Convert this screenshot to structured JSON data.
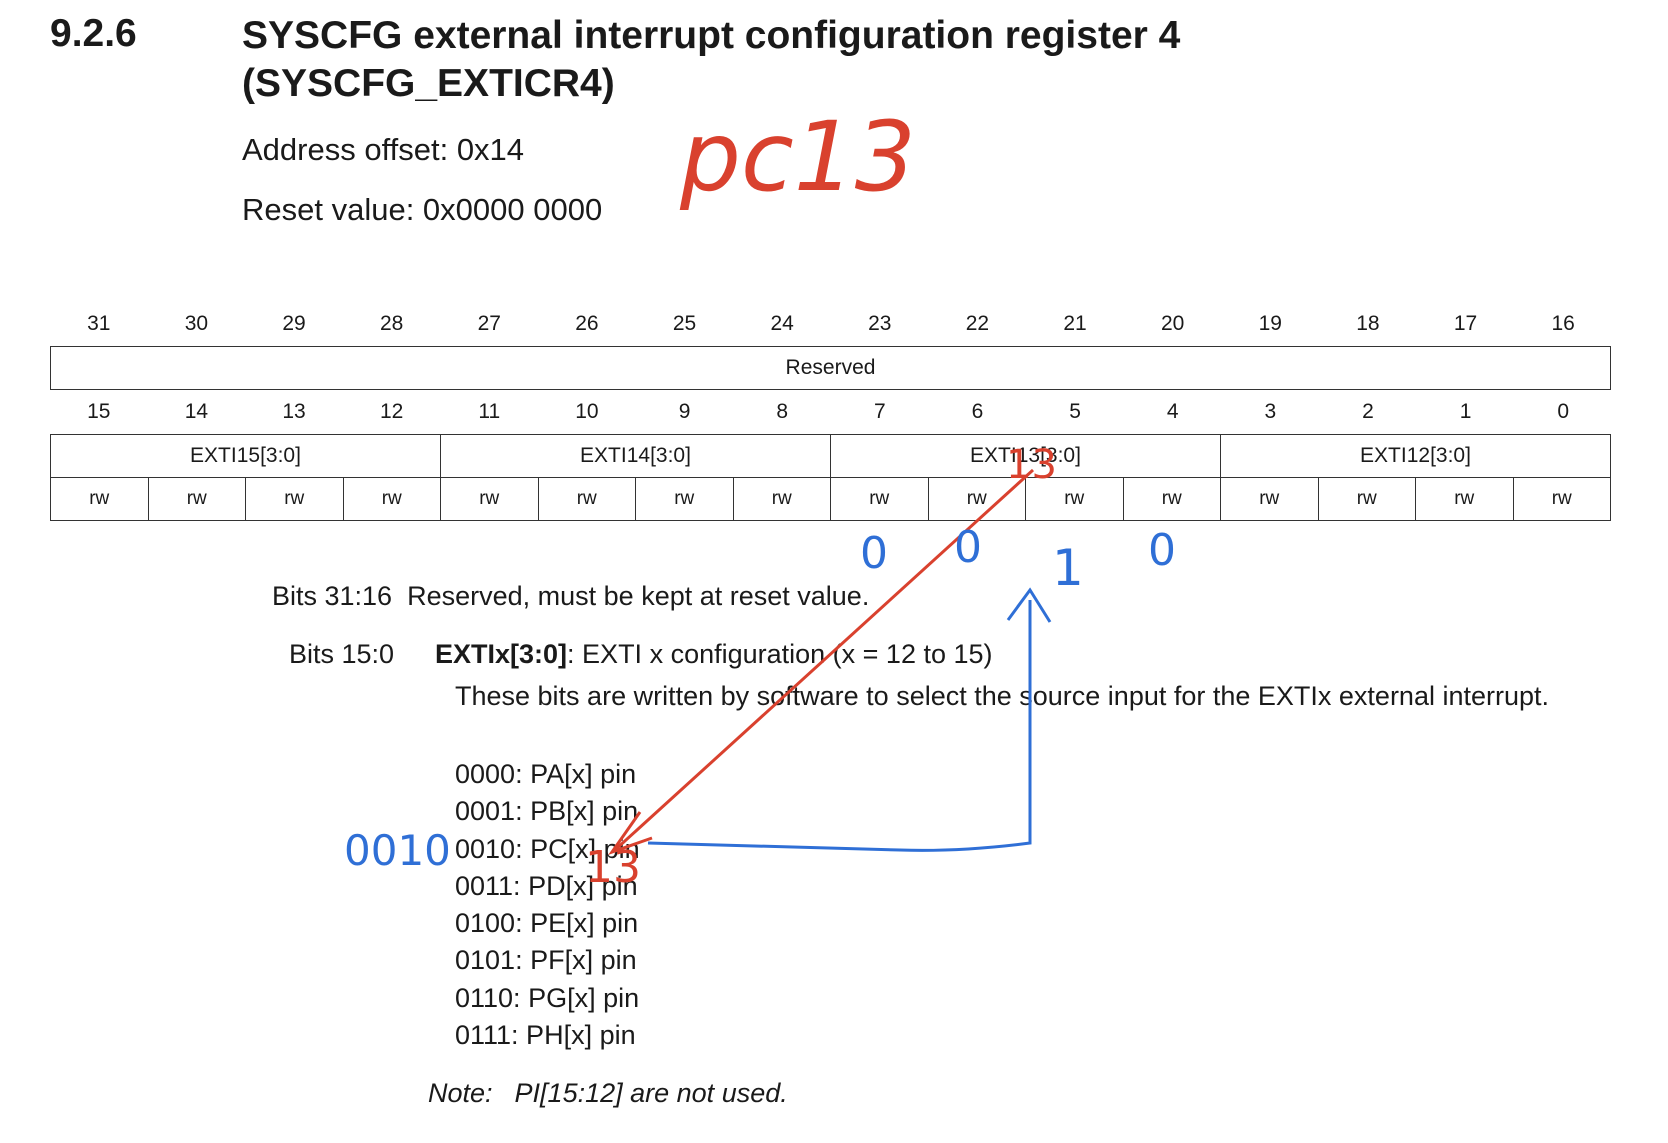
{
  "section": {
    "number": "9.2.6",
    "title_line1": "SYSCFG external interrupt configuration register 4",
    "title_line2": "(SYSCFG_EXTICR4)"
  },
  "address_offset": "Address offset: 0x14",
  "reset_value": "Reset value: 0x0000 0000",
  "register": {
    "upper_bits": [
      "31",
      "30",
      "29",
      "28",
      "27",
      "26",
      "25",
      "24",
      "23",
      "22",
      "21",
      "20",
      "19",
      "18",
      "17",
      "16"
    ],
    "reserved_label": "Reserved",
    "lower_bits": [
      "15",
      "14",
      "13",
      "12",
      "11",
      "10",
      "9",
      "8",
      "7",
      "6",
      "5",
      "4",
      "3",
      "2",
      "1",
      "0"
    ],
    "fields": [
      "EXTI15[3:0]",
      "EXTI14[3:0]",
      "EXTI13[3:0]",
      "EXTI12[3:0]"
    ],
    "access": [
      "rw",
      "rw",
      "rw",
      "rw",
      "rw",
      "rw",
      "rw",
      "rw",
      "rw",
      "rw",
      "rw",
      "rw",
      "rw",
      "rw",
      "rw",
      "rw"
    ]
  },
  "descriptions": {
    "bits_31_16_label": "Bits 31:16",
    "bits_31_16_text": "Reserved, must be kept at reset value.",
    "bits_15_0_label": "Bits 15:0",
    "bits_15_0_field": "EXTIx[3:0]",
    "bits_15_0_text": ": EXTI x configuration (x = 12 to 15)",
    "paragraph": "These bits are written by software to select the source input for the EXTIx external interrupt.",
    "options": [
      "0000: PA[x] pin",
      "0001: PB[x] pin",
      "0010: PC[x] pin",
      "0011: PD[x] pin",
      "0100: PE[x] pin",
      "0101: PF[x] pin",
      "0110: PG[x] pin",
      "0111: PH[x] pin"
    ],
    "note_label": "Note:",
    "note_text": "PI[15:12] are not used."
  },
  "annotations": {
    "red_label": "pc13",
    "red_small": "13",
    "red_cell_number": "13",
    "blue_bits": [
      "0",
      "0",
      "1",
      "0"
    ],
    "blue_code": "0010",
    "red_color": "#d9412e",
    "blue_color": "#2f6fd6"
  }
}
